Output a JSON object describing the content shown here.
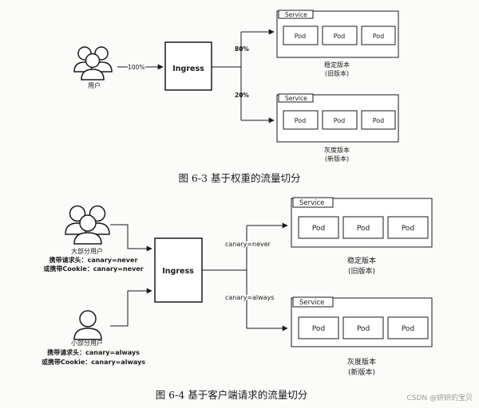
{
  "fig1": {
    "user_label": "用户",
    "edge_in": "100%",
    "ingress": "Ingress",
    "edge_top": "80%",
    "edge_bottom": "20%",
    "service_top": {
      "tab": "Service",
      "pods": [
        "Pod",
        "Pod",
        "Pod"
      ],
      "label1": "稳定版本",
      "label2": "(旧版本)"
    },
    "service_bottom": {
      "tab": "Service",
      "pods": [
        "Pod",
        "Pod",
        "Pod"
      ],
      "label1": "灰度版本",
      "label2": "(新版本)"
    },
    "caption": "图 6-3   基于权重的流量切分"
  },
  "fig2": {
    "group1_label": "大部分用户",
    "group1_line1": "携带请求头：canary=never",
    "group1_line2": "或携带Cookie：canary=never",
    "group2_label": "小部分用户",
    "group2_line1": "携带请求头：canary=always",
    "group2_line2": "或携带Cookie：canary=always",
    "ingress": "Ingress",
    "edge_top": "canary=never",
    "edge_bottom": "canary=always",
    "service_top": {
      "tab": "Service",
      "pods": [
        "Pod",
        "Pod",
        "Pod"
      ],
      "label1": "稳定版本",
      "label2": "(旧版本)"
    },
    "service_bottom": {
      "tab": "Service",
      "pods": [
        "Pod",
        "Pod",
        "Pod"
      ],
      "label1": "灰度版本",
      "label2": "(新版本)"
    },
    "caption": "图 6-4   基于客户端请求的流量切分"
  },
  "watermark": "CSDN @妍妍的宝贝"
}
